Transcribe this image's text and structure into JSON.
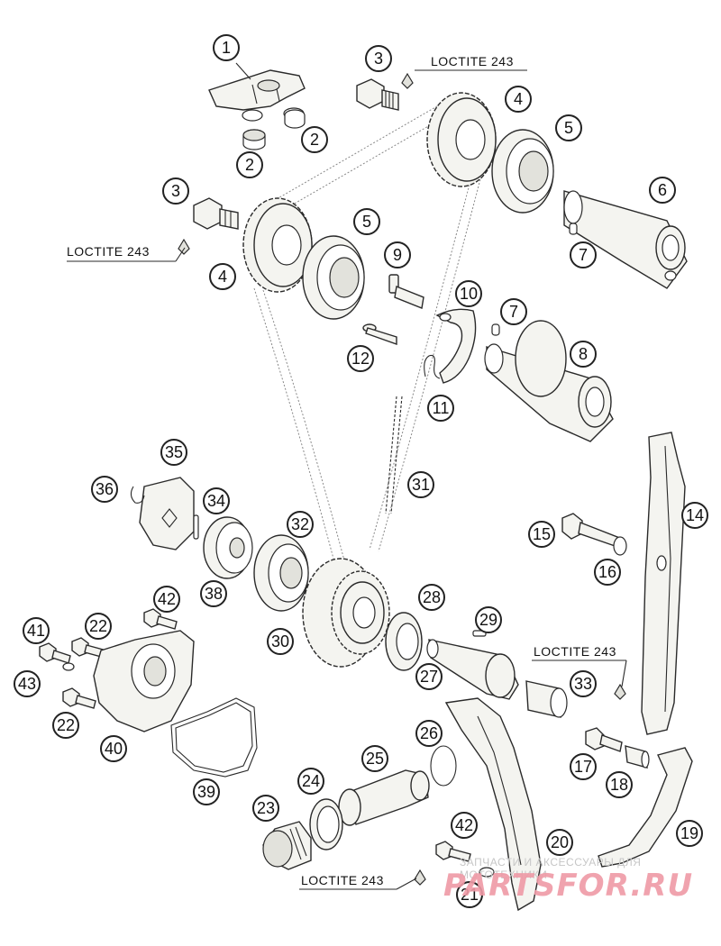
{
  "callouts": [
    "1",
    "2",
    "2",
    "3",
    "3",
    "4",
    "4",
    "5",
    "5",
    "6",
    "7",
    "7",
    "8",
    "9",
    "10",
    "11",
    "12",
    "14",
    "15",
    "16",
    "17",
    "18",
    "19",
    "20",
    "21",
    "22",
    "22",
    "23",
    "24",
    "25",
    "26",
    "27",
    "28",
    "29",
    "30",
    "31",
    "32",
    "33",
    "34",
    "35",
    "36",
    "38",
    "39",
    "40",
    "41",
    "42",
    "42",
    "43"
  ],
  "loctite_labels": [
    "LOCTITE 243",
    "LOCTITE 243",
    "LOCTITE 243",
    "LOCTITE 243"
  ],
  "watermark": {
    "line1": "ЗАПЧАСТИ И АКСЕССУАРЫ ДЛЯ МОТОТЕХНИКИ",
    "line2": "PARTSFOR.RU"
  },
  "colors": {
    "part_fill": "#f2f2ee",
    "line": "#2a2a2a",
    "watermark": "#ef9aa6"
  }
}
